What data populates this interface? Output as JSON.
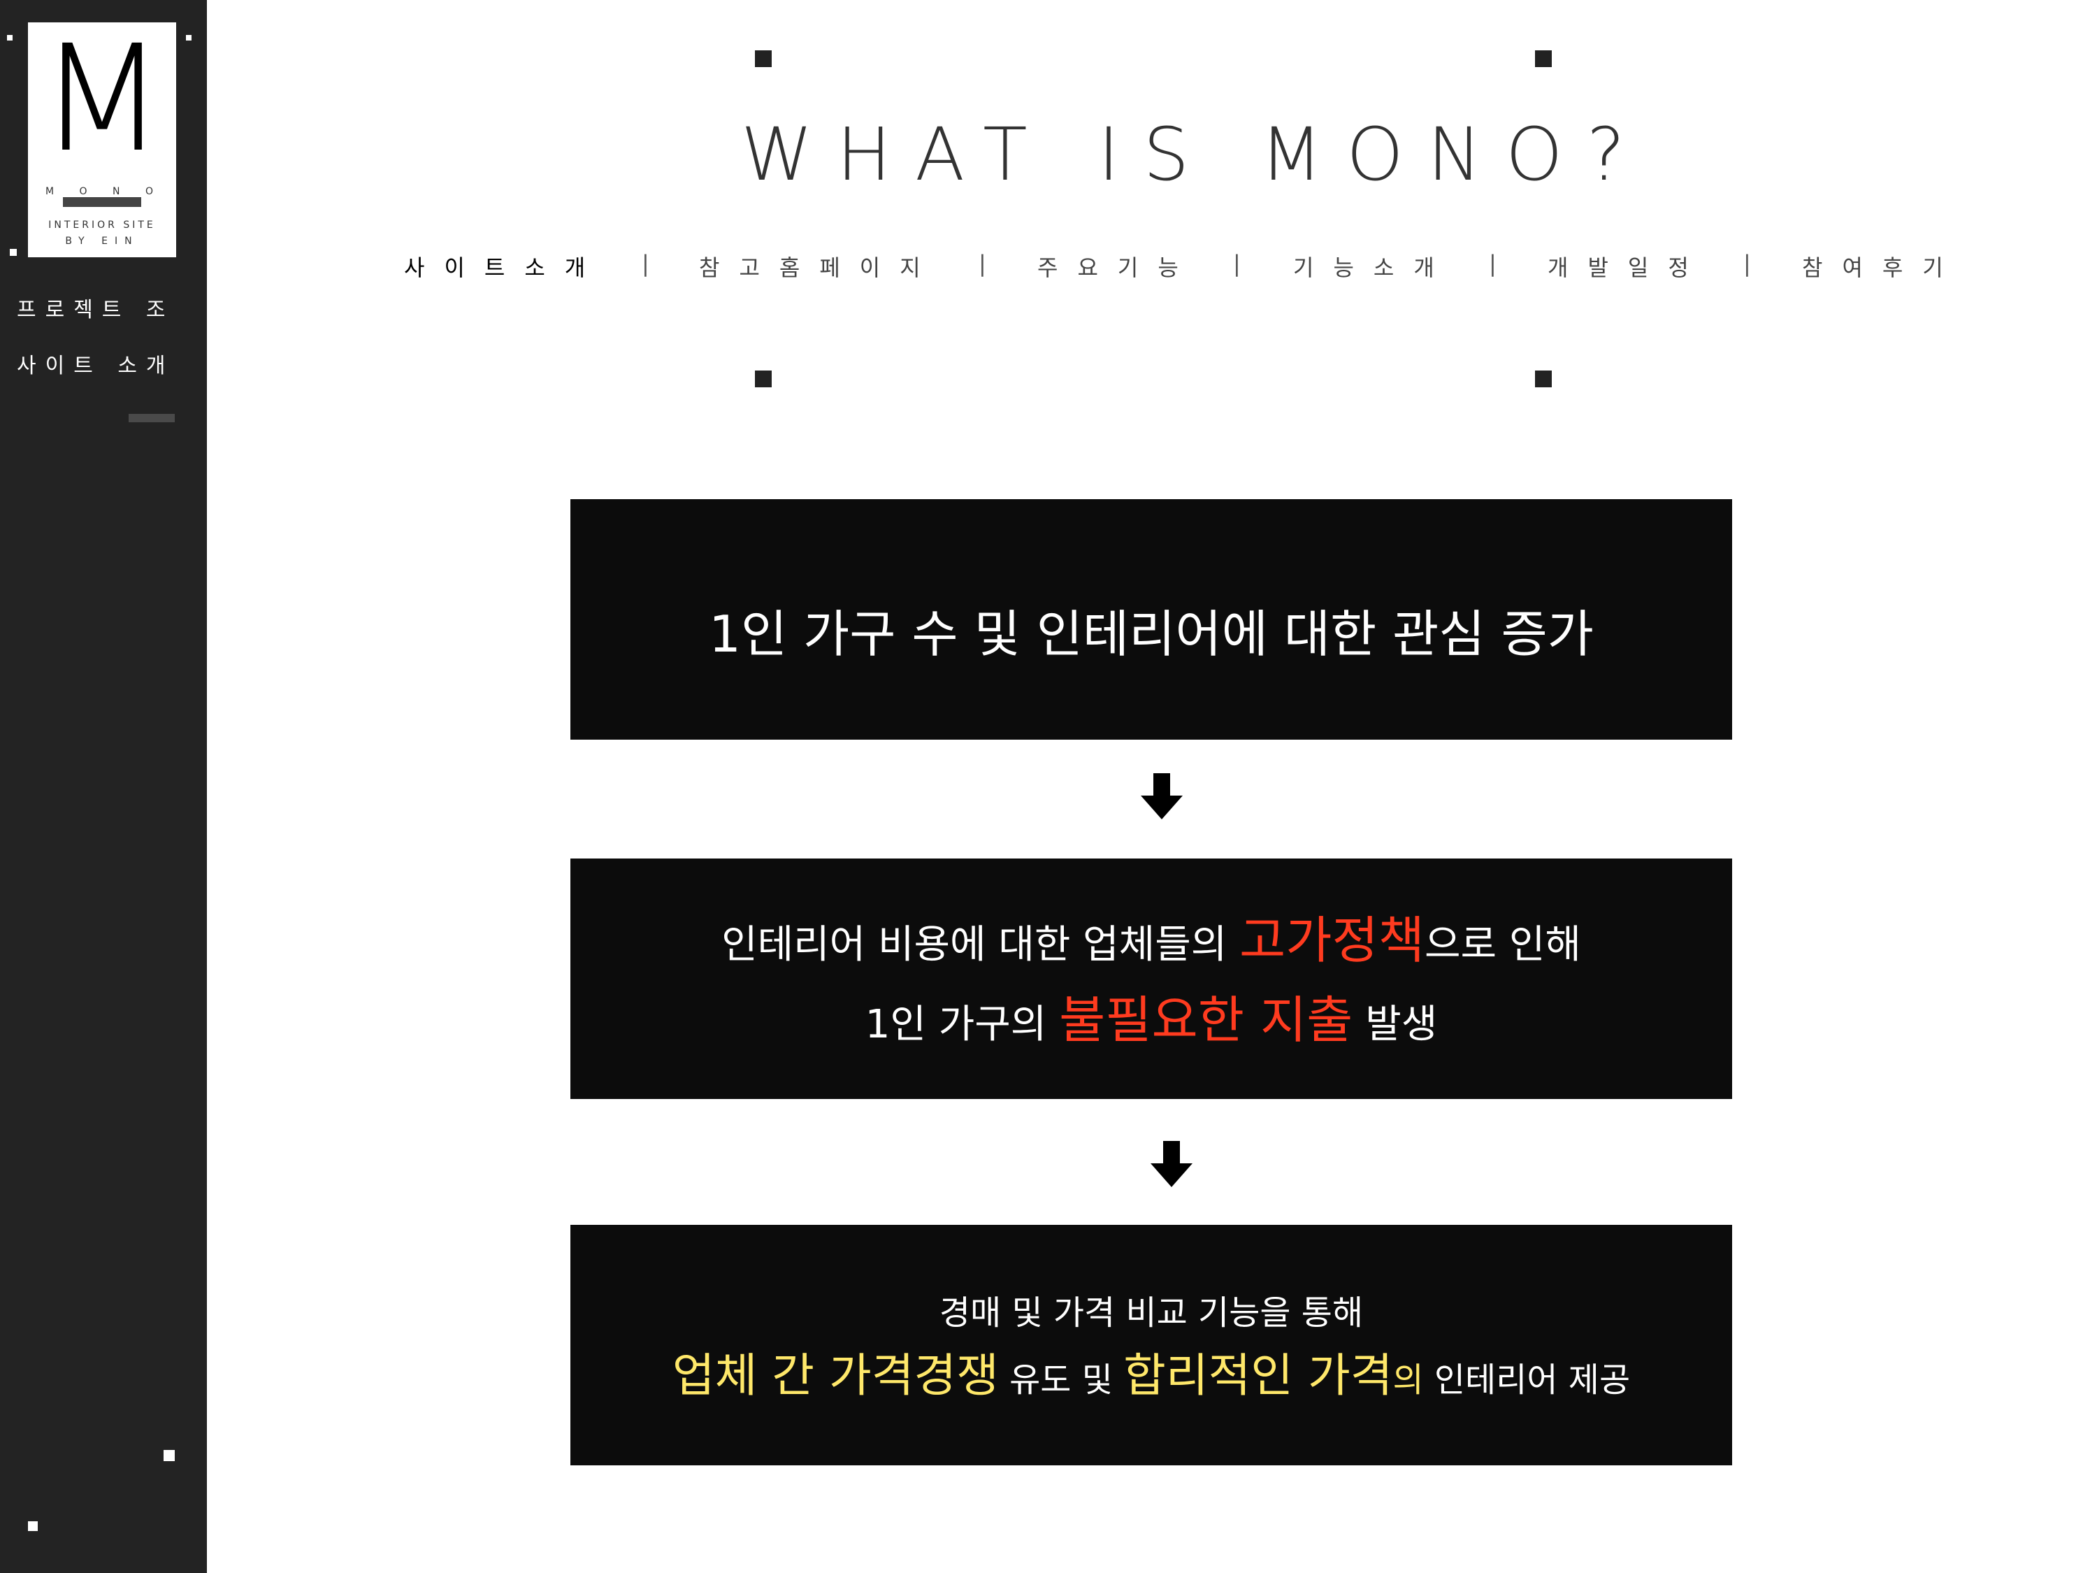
{
  "sidebar": {
    "logo": {
      "letter": "M",
      "word": "M O N O",
      "sub1": "INTERIOR SITE",
      "sub2": "BY EIN"
    },
    "menu": [
      {
        "label": "프로젝트 조"
      },
      {
        "label": "사이트 소개"
      }
    ]
  },
  "header": {
    "title": "WHAT IS MONO?",
    "nav": [
      {
        "label": "사이트소개",
        "active": true
      },
      {
        "label": "참고홈페이지"
      },
      {
        "label": "주요기능"
      },
      {
        "label": "기능소개"
      },
      {
        "label": "개발일정"
      },
      {
        "label": "참여후기"
      }
    ],
    "separator": "|"
  },
  "content": {
    "box1": {
      "text": "1인 가구 수 및 인테리어에 대한 관심 증가"
    },
    "box2": {
      "line1_a": "인테리어 비용에 대한 업체들의 ",
      "line1_hl": "고가정책",
      "line1_b": "으로 인해",
      "line2_a": "1인 가구의 ",
      "line2_hl": "불필요한 지출",
      "line2_b": " 발생"
    },
    "box3": {
      "line1": "경매 및 가격 비교 기능을 통해",
      "line2_hl1": "업체 간 가격경쟁",
      "line2_a": " 유도 및 ",
      "line2_hl2": "합리적인 가격",
      "line2_b": "의",
      "line2_c": " 인테리어 제공"
    }
  },
  "colors": {
    "sidebar_bg": "#232323",
    "box_bg": "#0c0c0c",
    "highlight_red": "#ff3b1f",
    "highlight_yellow": "#ffe86a"
  }
}
